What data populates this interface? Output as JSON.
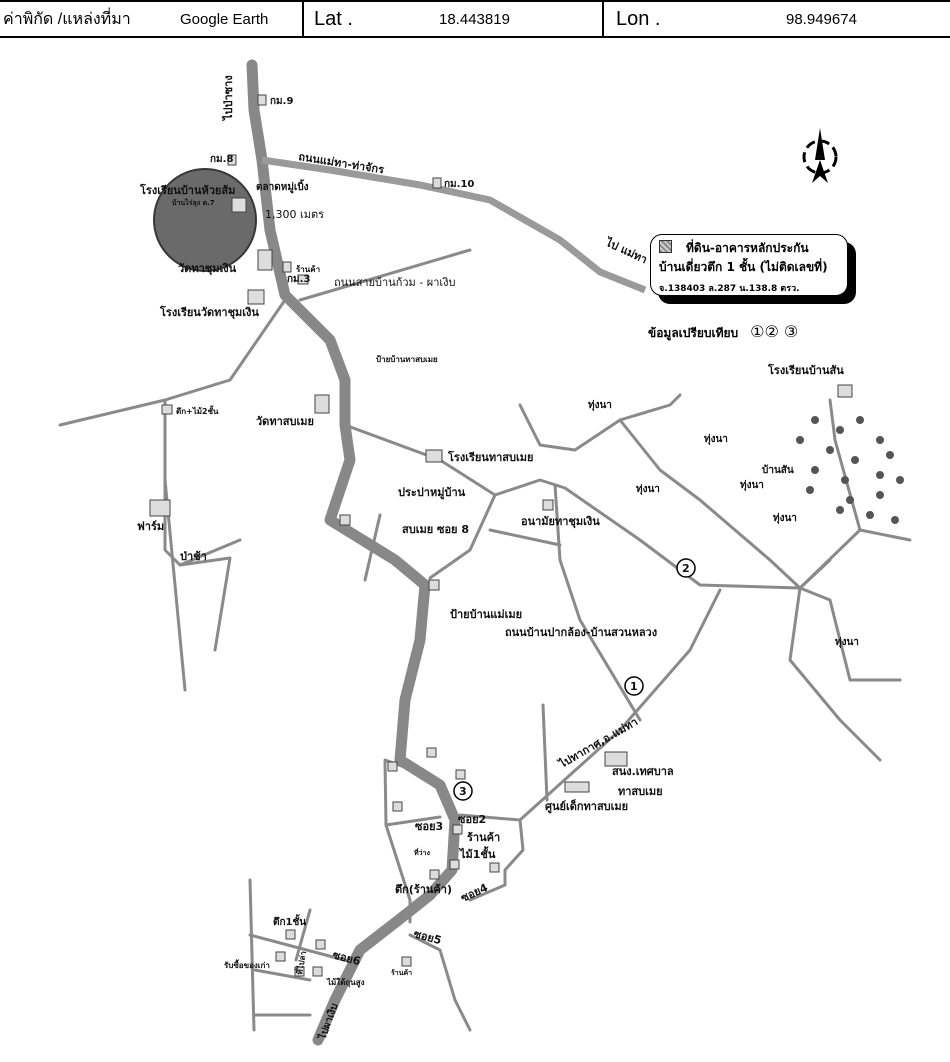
{
  "header": {
    "coord_source_label": "ค่าพิกัด /แหล่งที่มา",
    "source": "Google Earth",
    "lat_label": "Lat .",
    "lat": "18.443819",
    "lon_label": "Lon .",
    "lon": "98.949674"
  },
  "legend": {
    "title": "ที่ดิน-อาคารหลักประกัน",
    "subtitle": "บ้านเดี่ยวตึก 1 ชั้น  (ไม่ติดเลขที่)",
    "deed": "จ.138403  ล.287  น.138.8 ตรว.",
    "compare_label": "ข้อมูลเปรียบเทียบ",
    "compare_marks": "①② ③"
  },
  "compass": {
    "label": "N"
  },
  "labels": {
    "to_pa_sang": "ไปป่าซาง",
    "km9": "กม.9",
    "km8": "กม.8",
    "km10": "กม.10",
    "km3": "กม.3",
    "road_maetha": "ถนนแม่ทา-ท่าจักร",
    "to_maetha": "ไป แม่ทา",
    "market": "ตลาดหมู่เบิ้ง",
    "school_huaysom": "โรงเรียนบ้านห้วยส้ม",
    "village_sign": "บ้านไร่ลุง ต.7",
    "distance": "1,300 เมตร",
    "wat_tha_chum_ngoen": "วัดทาชุมเงิน",
    "shop": "ร้านค้า",
    "road_ban_kuam": "ถนนสายบ้านก้วม - ผาเงิบ",
    "school_wat_tha": "โรงเรียนวัดทาชุมเงิน",
    "sign_tha_sop_moei": "ป้ายบ้านทาสบเมย",
    "building_2floor": "ตึก+ไม้2ชั้น",
    "wat_tha_sop_moei": "วัดทาสบเมย",
    "school_tha_sop_moei": "โรงเรียนทาสบเมย",
    "village_water": "ประปาหมู่บ้าน",
    "farm": "ฟาร์ม",
    "cemetery": "ป่าช้า",
    "soi8": "สบเมย ซอย 8",
    "health": "อนามัยทาชุมเงิน",
    "sign_mae_moei": "ป้ายบ้านแม่เมย",
    "road_pak_long": "ถนนบ้านปากล้อง-บ้านสวนหลวง",
    "rice1": "ทุ่งนา",
    "rice2": "ทุ่งนา",
    "rice3": "ทุ่งนา",
    "rice4": "ทุ่งนา",
    "rice5": "ทุ่งนา",
    "rice6": "ทุ่งนา",
    "school_ban_san": "โรงเรียนบ้านสัน",
    "ban_san": "บ้านสัน",
    "to_tha_kat": "ไปทากาศ,อ.แม่ทา",
    "municipality": "สนง.เทศบาล",
    "municipality2": "ทาสบเมย",
    "child_center": "ศูนย์เด็กทาสบเมย",
    "soi2": "ซอย2",
    "soi3": "ซอย3",
    "soi4": "ซอย4",
    "soi5": "ซอย5",
    "soi6": "ซอย6",
    "wood_shop": "ร้านค้า",
    "wood_2floor": "ไม้1ชั้น",
    "vacant": "ที่ว่าง",
    "building_shop": "ตึก(ร้านค้า)",
    "building_floor": "ตึก1ชั้น",
    "buy_old": "รับซื้อของเก่า",
    "vacant2": "ที่ไปล่า",
    "wood_high": "ไม้ใต้ถุนสูง",
    "shop_bottom": "ร้านค้า",
    "to_pa_ngoen": "ไปผาเงิบ",
    "m1": "1",
    "m2": "2",
    "m3": "3"
  }
}
